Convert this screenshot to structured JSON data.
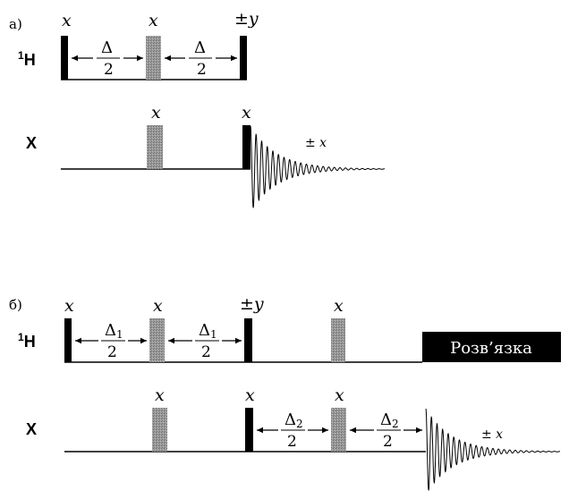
{
  "panel_a": {
    "label": "а)",
    "channel_h": "1H",
    "channel_h_sup": "1",
    "channel_h_letter": "H",
    "channel_x": "X",
    "h_pulse1": "x",
    "h_pulse2": "x",
    "h_pulse3": "±y",
    "h_delay1_num": "Δ",
    "h_delay1_den": "2",
    "h_delay2_num": "Δ",
    "h_delay2_den": "2",
    "x_pulse1": "x",
    "x_pulse2": "x",
    "fid_phase": "± x"
  },
  "panel_b": {
    "label": "б)",
    "channel_h_sup": "1",
    "channel_h_letter": "H",
    "channel_x": "X",
    "h_pulse1": "x",
    "h_pulse2": "x",
    "h_pulse3": "±y",
    "h_pulse4": "x",
    "h_delay1_num": "Δ",
    "h_delay1_sub": "1",
    "h_delay1_den": "2",
    "h_delay2_num": "Δ",
    "h_delay2_sub": "1",
    "h_delay2_den": "2",
    "decoupling": "Розв’язка",
    "x_pulse1": "x",
    "x_pulse2": "x",
    "x_pulse3": "x",
    "x_delay1_num": "Δ",
    "x_delay1_sub": "2",
    "x_delay1_den": "2",
    "x_delay2_num": "Δ",
    "x_delay2_sub": "2",
    "x_delay2_den": "2",
    "fid_phase": "± x"
  },
  "colors": {
    "pulse_black": "#000000",
    "pulse_grey": "#8a8a8a",
    "line": "#000000",
    "decoupling_bg": "#000000",
    "decoupling_text": "#ffffff"
  }
}
